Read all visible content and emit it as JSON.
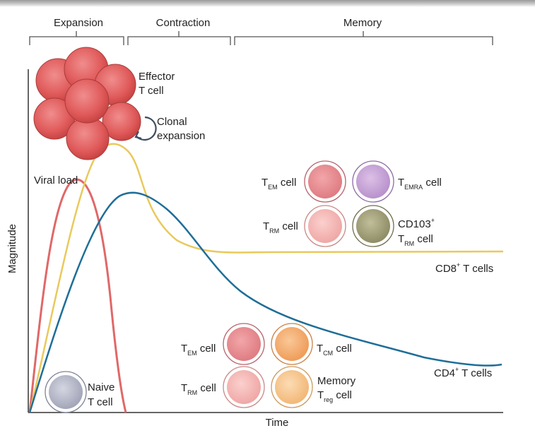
{
  "phases": [
    "Expansion",
    "Contraction",
    "Memory"
  ],
  "axes": {
    "ylabel": "Magnitude",
    "xlabel": "Time"
  },
  "annotations": {
    "effector": [
      "Effector",
      "T cell"
    ],
    "clonal": [
      "Clonal",
      "expansion"
    ],
    "viral_load": "Viral load",
    "naive": [
      "Naive",
      "T cell"
    ]
  },
  "curves": {
    "viral_load_color": "#e06868",
    "cd8_color": "#e9c95c",
    "cd4_color": "#1f6e98",
    "cd8_label_main": "CD8",
    "cd8_label_sup": "+",
    "cd8_label_rest": " T cells",
    "cd4_label_main": "CD4",
    "cd4_label_sup": "+",
    "cd4_label_rest": " T cells"
  },
  "cd8_cells": {
    "tem": {
      "main": "T",
      "sub": "EM",
      "rest": " cell"
    },
    "temra": {
      "main": "T",
      "sub": "EMRA",
      "rest": " cell"
    },
    "trm": {
      "main": "T",
      "sub": "RM",
      "rest": " cell"
    },
    "cd103": {
      "line1_main": "CD103",
      "line1_sup": "+",
      "line2_main": "T",
      "line2_sub": "RM",
      "line2_rest": " cell"
    }
  },
  "cd4_cells": {
    "tem": {
      "main": "T",
      "sub": "EM",
      "rest": " cell"
    },
    "tcm": {
      "main": "T",
      "sub": "CM",
      "rest": " cell"
    },
    "trm": {
      "main": "T",
      "sub": "RM",
      "rest": " cell"
    },
    "treg": {
      "line1": "Memory",
      "line2_main": "T",
      "line2_sub": "reg",
      "line2_rest": " cell"
    }
  },
  "colors": {
    "effector_cell": "#e05a5a",
    "tem_cell": "#e88a8f",
    "temra_cell": "#c6a2d6",
    "trm_cell": "#f4b7b4",
    "cd103_cell": "#a7a57e",
    "tcm_cell": "#f6b070",
    "treg_cell": "#f7c58c",
    "naive_cell": "#b9bccc"
  }
}
